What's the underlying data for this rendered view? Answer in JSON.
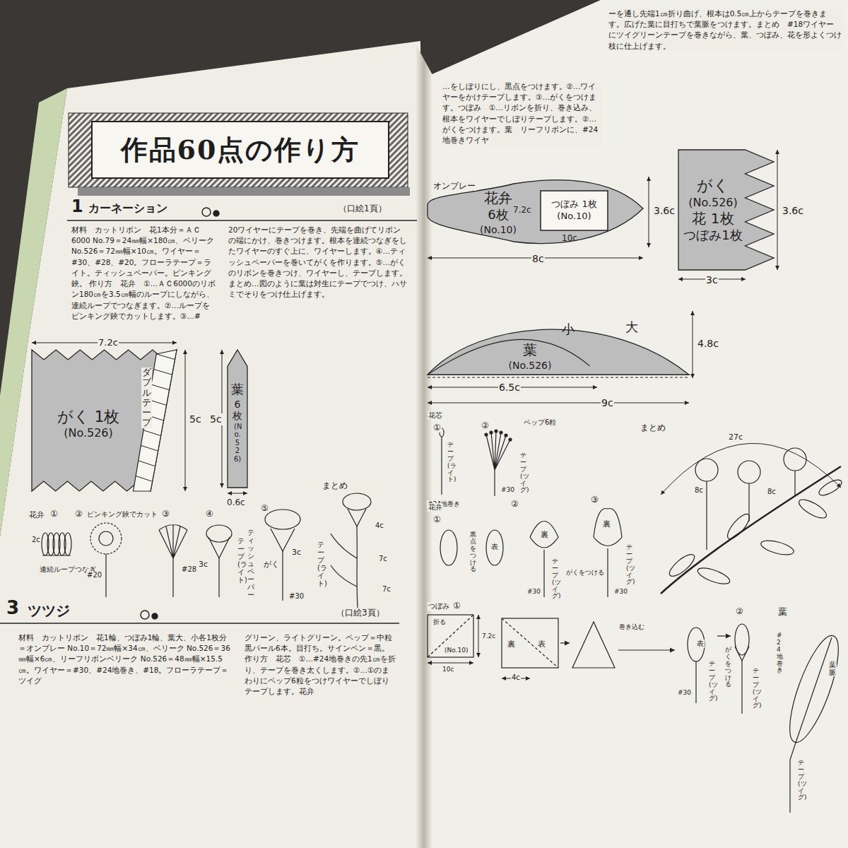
{
  "diagram": {
    "title": "作品60点の作り方",
    "nodes": [
      {
        "text": [
          "がく 1枚",
          "(No.526)"
        ]
      },
      {
        "text": [
          "葉",
          "6枚",
          "(No.526)"
        ]
      },
      {
        "text": [
          "花弁",
          "6枚",
          "(No.10)"
        ]
      },
      {
        "text": [
          "つぼみ 1枚",
          "(No.10)"
        ],
        "in": 2
      },
      {
        "text": [
          "がく",
          "(No.526)",
          "花 1枚",
          "つぼみ1枚"
        ]
      },
      {
        "text": [
          "葉",
          "(No.526)"
        ]
      }
    ],
    "labels": [
      "1",
      "カーネーション",
      "（口絵1頁）",
      "材料　カットリボン　花1本分＝ＡＣ6000 No.79＝24㎜幅×180㎝、ベリーク No.526＝72㎜幅×10㎝。ワイヤー＝#30、#28、#20。フローラテープ＝ライト。ティッシュペーパー。ピンキング鋏。 作り方　花弁　①…ＡＣ6000のリボン180㎝を3.5㎝幅のループにしながら、連続ループでつなぎます。②…ループをピンキング鋏でカットします。③…#",
      "20ワイヤーにテープを巻き、先端を曲げてリボンの端にかけ、巻きつけます。根本を連続つなぎをしたワイヤーのすぐ上に、ワイヤーします。④…ティッシュペーパーを巻いてがくを作ります。⑤…がくのリボンを巻きつけ、ワイヤーし、テープします。まとめ…図のように葉は対生にテープでつけ、ハサミでそりをつけ仕上げます。",
      "7.2c",
      "ダブルテープ",
      "5c",
      "5c",
      "0.6c",
      "花弁",
      "①",
      "2c",
      "連続ループつなぎ",
      "②",
      "ピンキング鋏でカット",
      "#20",
      "③",
      "#28",
      "④",
      "3c",
      "テープ(ライト)",
      "ティッシュペーパー",
      "⑤",
      "がく",
      "3c",
      "#30",
      "テープ(ライト)",
      "まとめ",
      "4c",
      "7c",
      "7c",
      "3",
      "ツツジ",
      "（口絵3頁）",
      "材料　カットリボン　花1輪、つぼみ1輪、葉大、小各1枚分＝オンブレー No.10＝72㎜幅×34㎝、ベリーク No.526＝36㎜幅×6㎝、リーフリボンベリーク No.526＝48㎜幅×15.5㎝。ワイヤー＝#30、#24地巻き、#18。フローラテープ＝ツイグ",
      "グリーン、ライトグリーン。ペップ＝中粒黒パール6本。目打ち。サインペン＝黒。 作り方　花芯　①…#24地巻きの先1㎝を折り、テープを巻き太くします。②…①のまわりにペップ6粒をつけワイヤーでしぼりテープします。花弁",
      "…をしぼりにし、黒点をつけます。②…ワイヤーをかけテープします。③…がくをつけます。つぼみ　①…リボンを折り、巻き込み、根本をワイヤーでしぼりテープします。②…がくをつけます。葉　リーフリボンに、#24地巻きワイヤ",
      "ーを通し先端1㎝折り曲げ、根本は0.5㎝上からテープを巻きます。広げた葉に目打ちで葉脈をつけます。まとめ　#18ワイヤーにツイグリーンテープを巻きながら、葉、つぼみ、花を形よくつけ枝に仕上げます。",
      "オンブレー",
      "7.2c",
      "10c",
      "3.6c",
      "8c",
      "3.6c",
      "3c",
      "小",
      "大",
      "4.8c",
      "6.5c",
      "9c",
      "花芯",
      "①",
      "テープ(ライト)",
      "#24地巻き",
      "②",
      "ペップ6粒",
      "テープ(ツイグ)",
      "#30",
      "花弁",
      "①",
      "表",
      "黒点をつける",
      "②",
      "裏",
      "テープ(ツイグ)",
      "#30",
      "③",
      "裏",
      "がくをつける",
      "テープ(ツイグ)",
      "#30",
      "まとめ",
      "27c",
      "8c",
      "8c",
      "つぼみ",
      "①",
      "折る",
      "7.2c",
      "(No.10)",
      "10c",
      "裏",
      "表",
      "4c",
      "巻き込む",
      "表",
      "テープ(ツイグ)",
      "#30",
      "②",
      "がくをつける",
      "テープ(ツイグ)",
      "葉",
      "#24地巻き",
      "葉脈",
      "テープ(ツイグ)"
    ]
  }
}
